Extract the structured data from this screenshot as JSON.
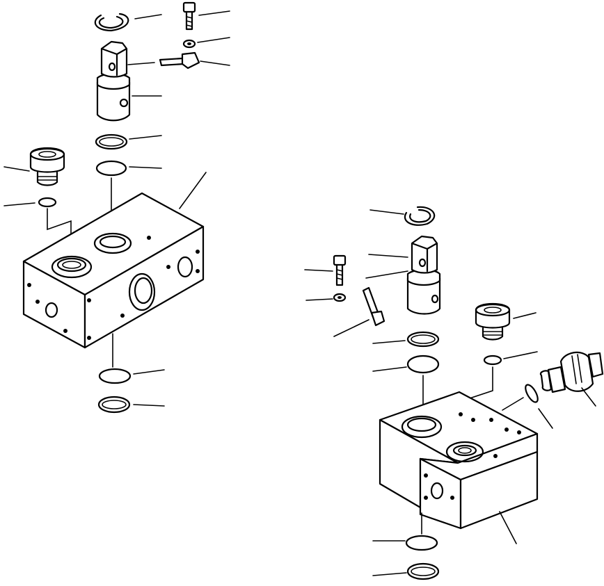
{
  "diagram": {
    "kind": "exploded-parts-view",
    "line_color": "#000000",
    "background_color": "#ffffff",
    "assemblies": [
      {
        "name": "left-valve-assembly",
        "parts": [
          "snap-ring",
          "bolt",
          "washer",
          "lock-plate",
          "spool",
          "o-ring",
          "o-ring",
          "plug",
          "o-ring",
          "valve-body",
          "o-ring",
          "o-ring"
        ]
      },
      {
        "name": "right-valve-assembly",
        "parts": [
          "snap-ring",
          "spool",
          "bolt",
          "washer",
          "lock-plate",
          "o-ring",
          "o-ring",
          "plug",
          "o-ring",
          "relief-valve",
          "o-ring",
          "valve-body",
          "o-ring",
          "o-ring"
        ]
      }
    ]
  }
}
